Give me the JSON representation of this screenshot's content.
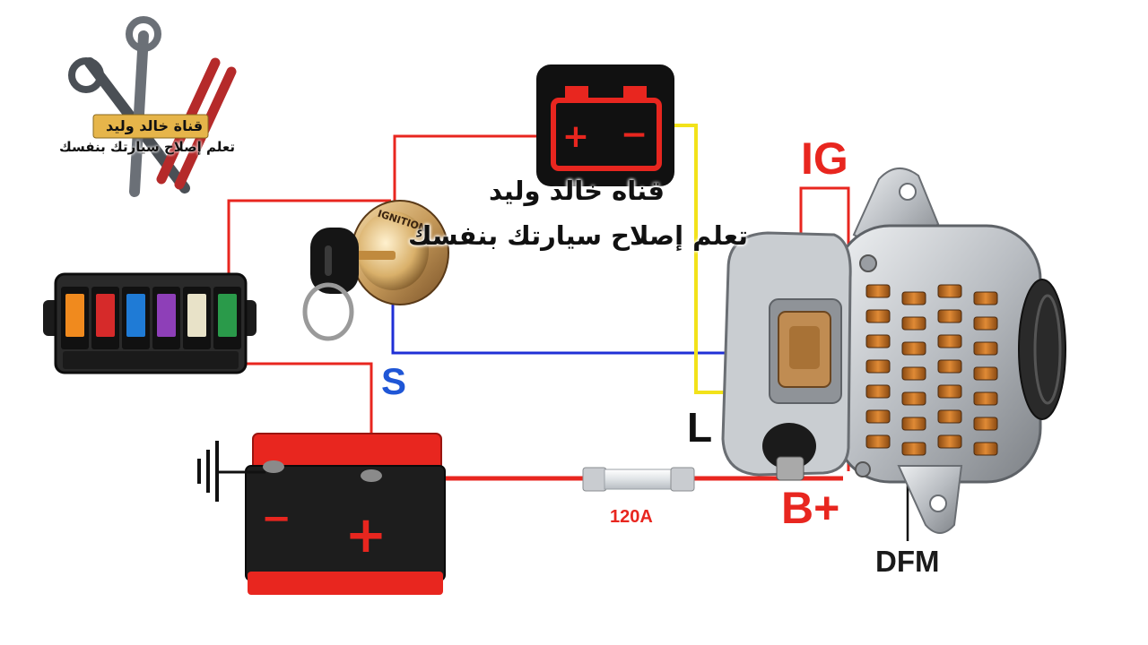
{
  "labels": {
    "ig": "IG",
    "s": "S",
    "l": "L",
    "b_plus": "B+",
    "dfm": "DFM",
    "fuse_rating": "120A",
    "ignition_key_text": "IGNITION"
  },
  "watermark": {
    "line1": "قناه خالد وليد",
    "line2": "تعلم إصلاح سيارتك بنفسك"
  },
  "logo": {
    "line1": "قناة خالد وليد",
    "line2": "تعلم إصلاح سيارتك بنفسك"
  },
  "battery_terminals": {
    "positive": "+",
    "negative": "−"
  },
  "warning_lamp_symbols": {
    "positive": "+",
    "negative": "−"
  },
  "colors": {
    "power_wire": "#e8261f",
    "sense_wire": "#1f2fd6",
    "lamp_wire": "#f2e21a",
    "dfm_wire": "#111111",
    "battery_body": "#e8261f",
    "battery_base": "#1d1d1d",
    "lamp_icon": "#e8261f"
  },
  "fuse_box": {
    "fuse_colors": [
      "#f08a1e",
      "#d62a2a",
      "#1f7bd6",
      "#8e3fb8",
      "#e8e2c8",
      "#2a9a4a"
    ]
  }
}
